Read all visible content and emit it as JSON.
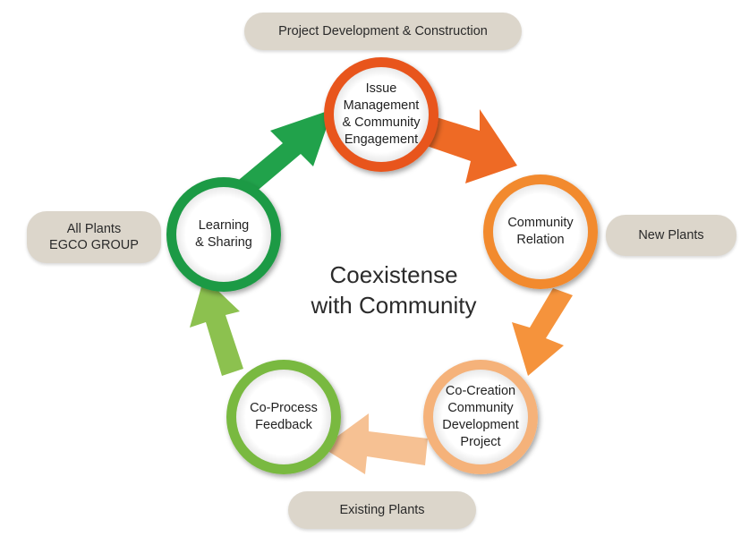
{
  "center": {
    "line1": "Coexistense",
    "line2": "with Community"
  },
  "nodes": [
    {
      "lines": [
        "Issue",
        "Management",
        "& Community",
        "Engagement"
      ],
      "color": "#e8541e"
    },
    {
      "lines": [
        "Community",
        "Relation"
      ],
      "color": "#f28a2e"
    },
    {
      "lines": [
        "Co-Creation",
        "Community",
        "Development",
        "Project"
      ],
      "color": "#f5b27a"
    },
    {
      "lines": [
        "Co-Process",
        "Feedback"
      ],
      "color": "#79b941"
    },
    {
      "lines": [
        "Learning",
        "& Sharing"
      ],
      "color": "#1b9a44"
    }
  ],
  "scopes": {
    "top": "Project Development & Construction",
    "right": "New Plants",
    "bottom": "Existing Plants",
    "left": {
      "line1": "All Plants",
      "line2": "EGCO GROUP"
    }
  }
}
